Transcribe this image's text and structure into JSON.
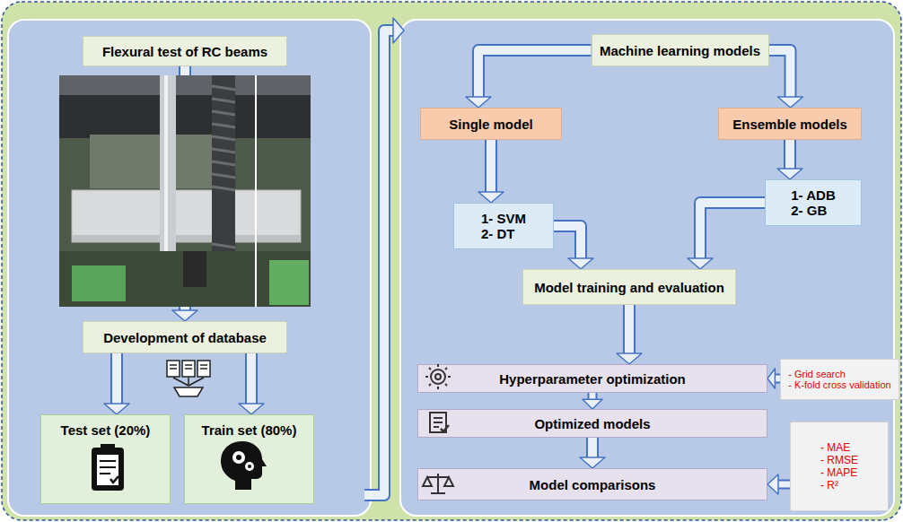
{
  "diagram": {
    "nodes": [
      {
        "text": [
          "Flexural test of RC beams"
        ]
      },
      {
        "text": [
          "Development of database"
        ]
      },
      {
        "text": [
          "Test set (20%)"
        ]
      },
      {
        "text": [
          "Train set (80%)"
        ]
      },
      {
        "text": [
          "Machine learning models"
        ]
      },
      {
        "text": [
          "Single model"
        ]
      },
      {
        "text": [
          "Ensemble models"
        ]
      },
      {
        "text": [
          "1- SVM",
          "2- DT"
        ]
      },
      {
        "text": [
          "1- ADB",
          "2- GB"
        ]
      },
      {
        "text": [
          "Model training and evaluation"
        ]
      },
      {
        "text": [
          "Hyperparameter optimization"
        ]
      },
      {
        "text": [
          "- Grid search",
          "- K-fold cross validation"
        ]
      },
      {
        "text": [
          "Optimized models"
        ]
      },
      {
        "text": [
          "Model comparisons"
        ]
      },
      {
        "text": [
          "- MAE",
          "- RMSE",
          "- MAPE",
          "- R²"
        ]
      }
    ],
    "edges": [
      {
        "from": 0,
        "to": 1,
        "arrow": "to"
      },
      {
        "from": 1,
        "to": 2,
        "arrow": "to"
      },
      {
        "from": 1,
        "to": 3,
        "arrow": "to"
      },
      {
        "from": 4,
        "to": 5,
        "arrow": "to"
      },
      {
        "from": 4,
        "to": 6,
        "arrow": "to"
      },
      {
        "from": 5,
        "to": 7,
        "arrow": "to"
      },
      {
        "from": 6,
        "to": 8,
        "arrow": "to"
      },
      {
        "from": 7,
        "to": 9,
        "arrow": "to"
      },
      {
        "from": 8,
        "to": 9,
        "arrow": "to"
      },
      {
        "from": 9,
        "to": 10,
        "arrow": "to"
      },
      {
        "from": 10,
        "to": 12,
        "arrow": "to"
      },
      {
        "from": 12,
        "to": 13,
        "arrow": "to"
      },
      {
        "from": 11,
        "to": 10,
        "arrow": "to"
      },
      {
        "from": 14,
        "to": 13,
        "arrow": "to"
      }
    ]
  }
}
